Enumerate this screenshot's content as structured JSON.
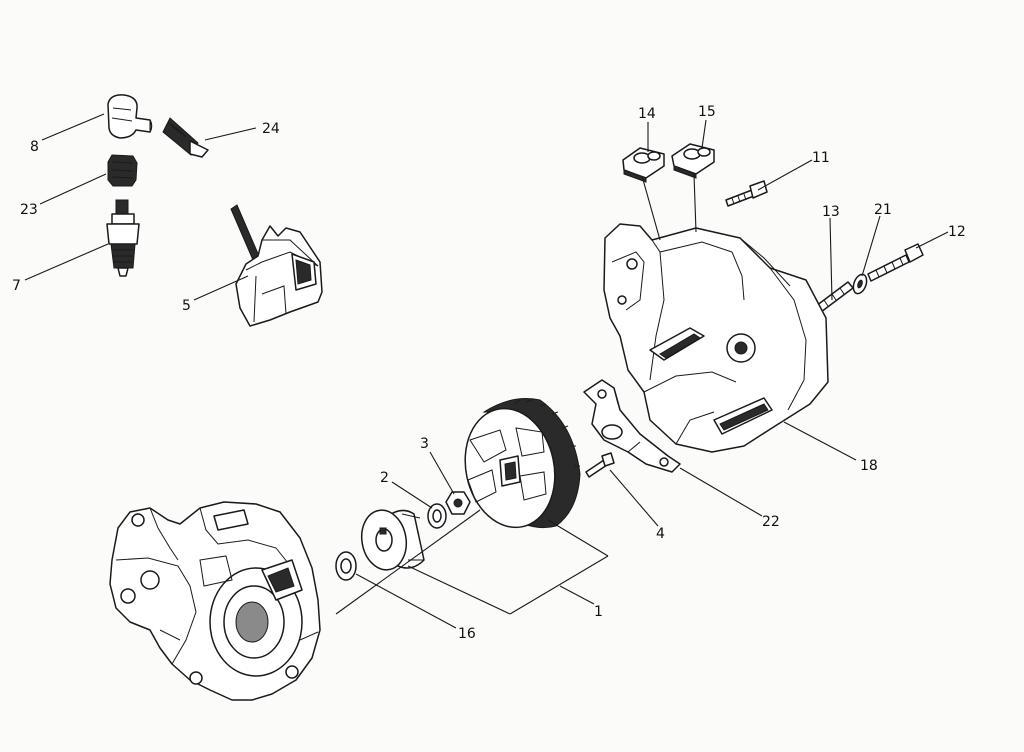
{
  "callouts": [
    "1",
    "2",
    "3",
    "4",
    "5",
    "7",
    "8",
    "11",
    "12",
    "13",
    "14",
    "15",
    "16",
    "18",
    "21",
    "22",
    "23",
    "24"
  ],
  "colors": {
    "ink": "#1a1a1a",
    "paper": "#fbfbfa"
  }
}
